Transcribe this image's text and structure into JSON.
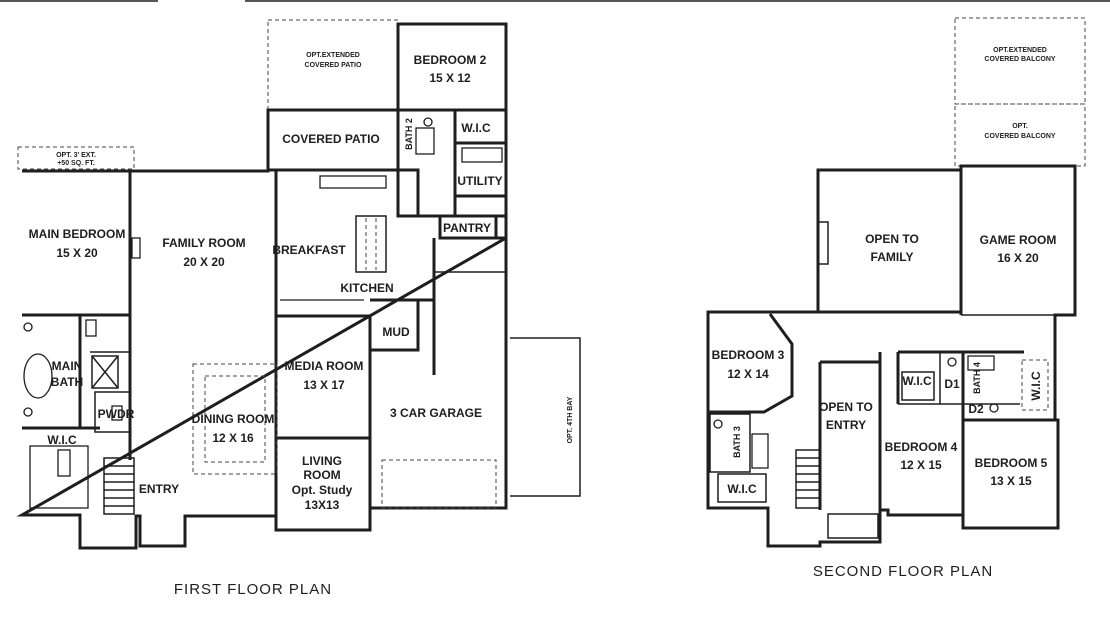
{
  "first_floor": {
    "title": "FIRST FLOOR PLAN",
    "rooms": {
      "opt_ext_patio_1": "OPT.EXTENDED",
      "opt_ext_patio_2": "COVERED PATIO",
      "covered_patio": "COVERED PATIO",
      "bedroom2_name": "BEDROOM 2",
      "bedroom2_size": "15 X 12",
      "bath2": "BATH 2",
      "wic_top": "W.I.C",
      "utility": "UTILITY",
      "pantry": "PANTRY",
      "opt_ext_1": "OPT. 3' EXT.",
      "opt_ext_2": "+50 SQ. FT.",
      "main_bedroom_name": "MAIN BEDROOM",
      "main_bedroom_size": "15 X 20",
      "family_room_name": "FAMILY ROOM",
      "family_room_size": "20 X 20",
      "breakfast": "BREAKFAST",
      "kitchen": "KITCHEN",
      "mud": "MUD",
      "main_bath_1": "MAIN",
      "main_bath_2": "BATH",
      "pwdr": "PWDR",
      "media_room_name": "MEDIA ROOM",
      "media_room_size": "13 X 17",
      "dining_room_name": "DINING ROOM",
      "dining_room_size": "12 X 16",
      "garage": "3 CAR GARAGE",
      "opt_4th_bay": "OPT. 4TH BAY",
      "wic_main": "W.I.C",
      "entry": "ENTRY",
      "living_1": "LIVING",
      "living_2": "ROOM",
      "living_3": "Opt. Study",
      "living_4": "13X13"
    }
  },
  "second_floor": {
    "title": "SECOND FLOOR PLAN",
    "rooms": {
      "opt_ext_balcony_1": "OPT.EXTENDED",
      "opt_ext_balcony_2": "COVERED BALCONY",
      "opt_balcony_1": "OPT.",
      "opt_balcony_2": "COVERED BALCONY",
      "open_family_1": "OPEN TO",
      "open_family_2": "FAMILY",
      "game_room_name": "GAME ROOM",
      "game_room_size": "16 X 20",
      "bedroom3_name": "BEDROOM 3",
      "bedroom3_size": "12 X 14",
      "wic_b4": "W.I.C",
      "d1": "D1",
      "bath4": "BATH 4",
      "d2": "D2",
      "wic_b5": "W.I.C",
      "open_entry_1": "OPEN TO",
      "open_entry_2": "ENTRY",
      "bedroom4_name": "BEDROOM 4",
      "bedroom4_size": "12 X 15",
      "bedroom5_name": "BEDROOM 5",
      "bedroom5_size": "13 X 15",
      "bath3": "BATH 3",
      "wic_b3": "W.I.C"
    }
  }
}
